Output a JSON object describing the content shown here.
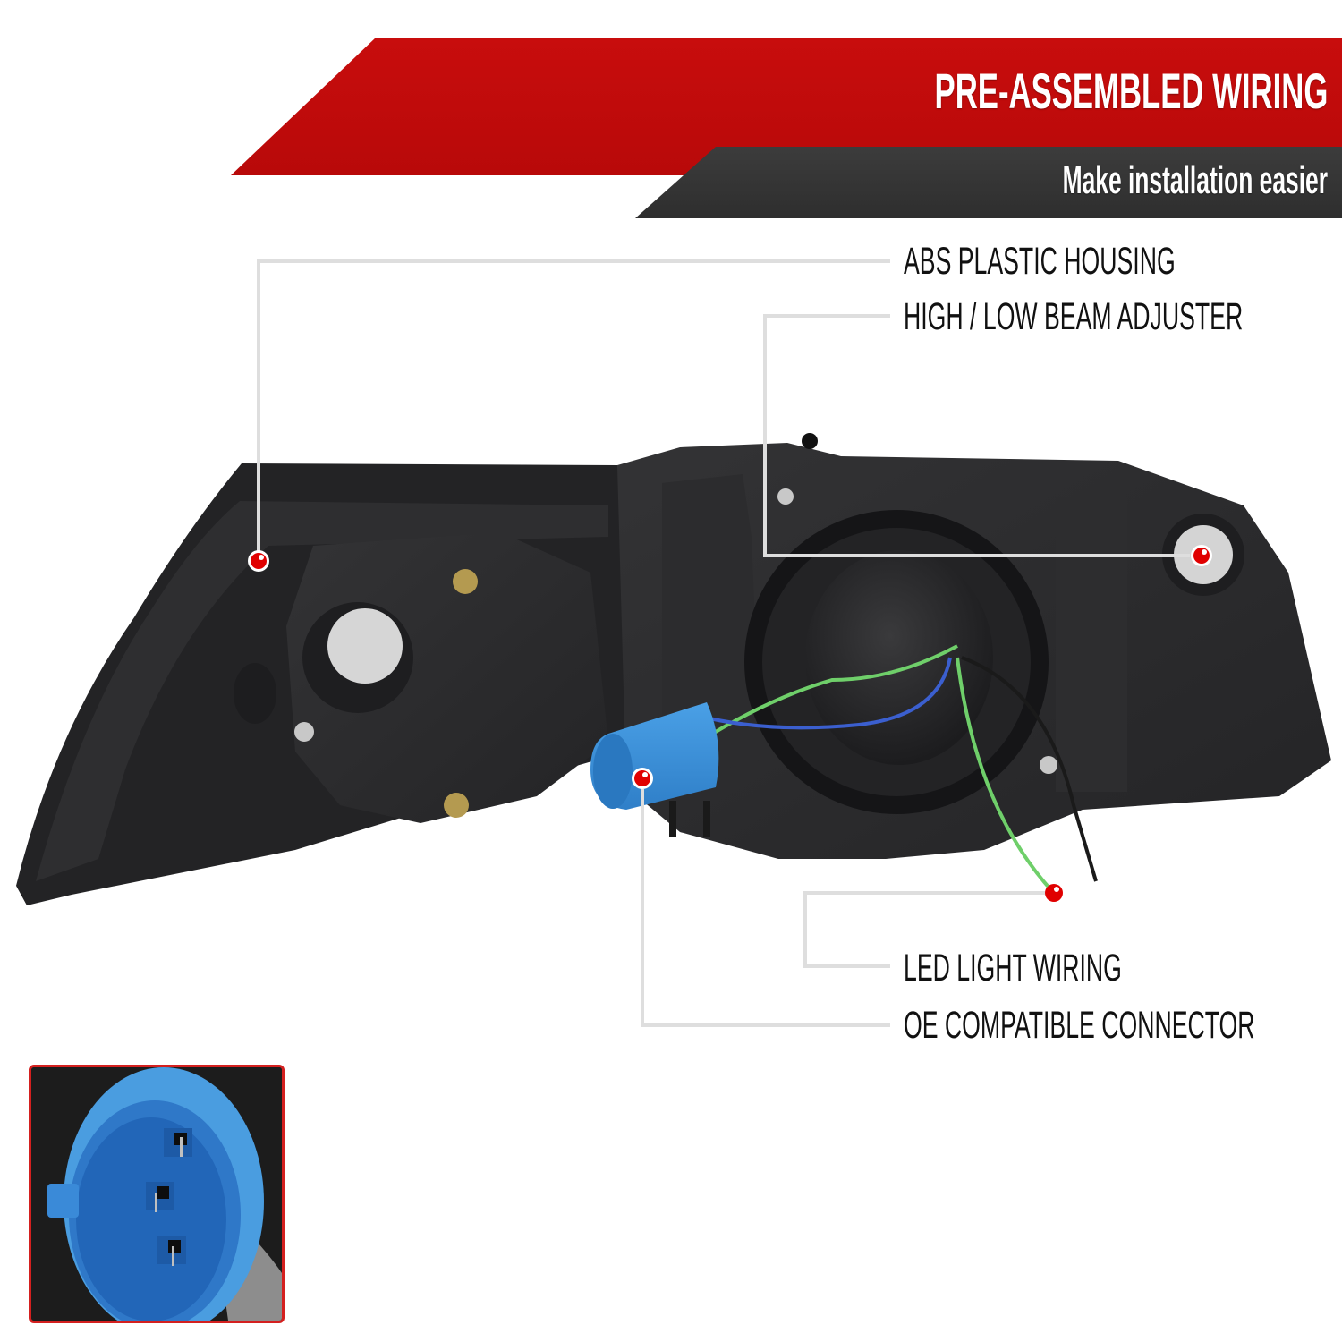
{
  "banner": {
    "title": "PRE-ASSEMBLED WIRING",
    "subtitle": "Make installation easier",
    "title_bg": "#c00b0b",
    "subtitle_bg": "#373737"
  },
  "callouts": [
    {
      "id": "housing",
      "label": "ABS PLASTIC HOUSING"
    },
    {
      "id": "adjuster",
      "label": "HIGH / LOW BEAM ADJUSTER"
    },
    {
      "id": "led",
      "label": "LED LIGHT WIRING"
    },
    {
      "id": "connector",
      "label": "OE COMPATIBLE CONNECTOR"
    }
  ],
  "colors": {
    "marker": "#e00000",
    "leader_line": "#dedede",
    "connector_blue": "#3a8fd8",
    "inset_border": "#d4201f",
    "housing": "#2a2a2c"
  },
  "product_image": {
    "subject": "headlight-rear-view",
    "inset_subject": "blue-3-pin-connector"
  }
}
